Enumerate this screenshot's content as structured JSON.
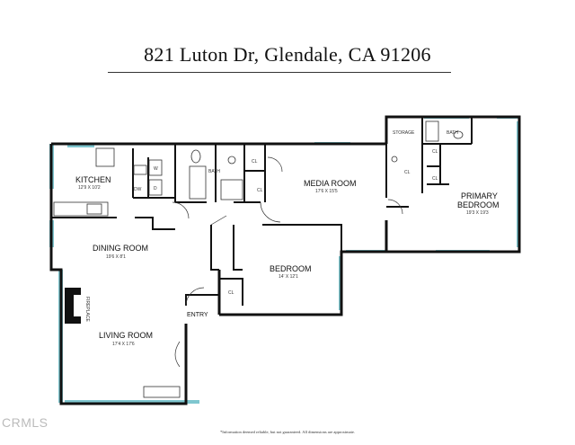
{
  "title": "821 Luton Dr, Glendale, CA 91206",
  "footnote": "*Information deemed reliable, but not guaranteed. All dimensions are approximate.",
  "watermark": "CRMLS",
  "colors": {
    "wall": "#111111",
    "window": "#7fc6cf"
  },
  "rooms": {
    "kitchen": {
      "name": "KITCHEN",
      "dims": "12'9 X 10'2"
    },
    "dining": {
      "name": "DINING ROOM",
      "dims": "19'6 X 8'1"
    },
    "living": {
      "name": "LIVING ROOM",
      "dims": "17'4 X 17'6"
    },
    "bedroom": {
      "name": "BEDROOM",
      "dims": "14' X 12'1"
    },
    "media": {
      "name": "MEDIA ROOM",
      "dims": "17'6 X 15'5"
    },
    "primary": {
      "name_line1": "PRIMARY",
      "name_line2": "BEDROOM",
      "dims": "19'3 X 19'3"
    }
  },
  "labels": {
    "bath1": "BATH",
    "bath2": "BATH",
    "storage": "STORAGE",
    "entry": "ENTRY",
    "fireplace": "FIREPLACE",
    "cl1": "CL",
    "cl2": "CL",
    "cl3": "CL",
    "cl4": "CL",
    "cl5": "CL",
    "cl6": "CL",
    "w": "W",
    "d": "D",
    "dw": "DW"
  }
}
